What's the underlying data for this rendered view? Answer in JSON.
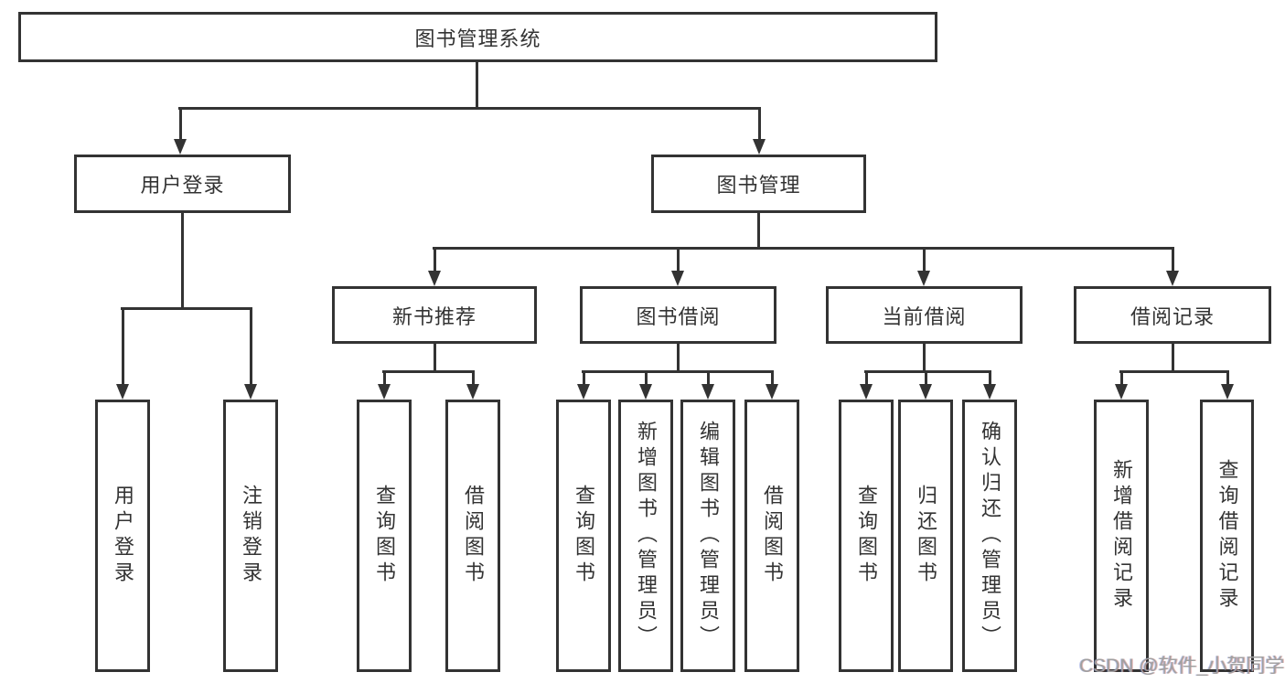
{
  "diagram": {
    "title": "图书管理系统",
    "watermark": "CSDN @软件_小贺同学",
    "colors": {
      "line": "#333333",
      "text": "#333333",
      "background": "#ffffff",
      "watermark": "#a0a0a0"
    },
    "nodes": [
      {
        "id": "root",
        "label": "图书管理系统",
        "level": 1,
        "parent": null
      },
      {
        "id": "user-login",
        "label": "用户登录",
        "level": 2,
        "parent": "root"
      },
      {
        "id": "book-mgmt",
        "label": "图书管理",
        "level": 2,
        "parent": "root"
      },
      {
        "id": "new-book-rec",
        "label": "新书推荐",
        "level": 3,
        "parent": "book-mgmt"
      },
      {
        "id": "book-borrow",
        "label": "图书借阅",
        "level": 3,
        "parent": "book-mgmt"
      },
      {
        "id": "current-borrow",
        "label": "当前借阅",
        "level": 3,
        "parent": "book-mgmt"
      },
      {
        "id": "borrow-record",
        "label": "借阅记录",
        "level": 3,
        "parent": "book-mgmt"
      },
      {
        "id": "leaf-user-login",
        "label": "用户登录",
        "level": 4,
        "parent": "user-login"
      },
      {
        "id": "leaf-logout",
        "label": "注销登录",
        "level": 4,
        "parent": "user-login"
      },
      {
        "id": "leaf-query-book-1",
        "label": "查询图书",
        "level": 4,
        "parent": "new-book-rec"
      },
      {
        "id": "leaf-borrow-book-1",
        "label": "借阅图书",
        "level": 4,
        "parent": "new-book-rec"
      },
      {
        "id": "leaf-query-book-2",
        "label": "查询图书",
        "level": 4,
        "parent": "book-borrow"
      },
      {
        "id": "leaf-add-book-admin",
        "label": "新增图书（管理员）",
        "level": 4,
        "parent": "book-borrow"
      },
      {
        "id": "leaf-edit-book-admin",
        "label": "编辑图书（管理员）",
        "level": 4,
        "parent": "book-borrow"
      },
      {
        "id": "leaf-borrow-book-2",
        "label": "借阅图书",
        "level": 4,
        "parent": "book-borrow"
      },
      {
        "id": "leaf-query-book-3",
        "label": "查询图书",
        "level": 4,
        "parent": "current-borrow"
      },
      {
        "id": "leaf-return-book",
        "label": "归还图书",
        "level": 4,
        "parent": "current-borrow"
      },
      {
        "id": "leaf-confirm-return-admin",
        "label": "确认归还（管理员）",
        "level": 4,
        "parent": "current-borrow"
      },
      {
        "id": "leaf-add-borrow-record",
        "label": "新增借阅记录",
        "level": 4,
        "parent": "borrow-record"
      },
      {
        "id": "leaf-query-borrow-record",
        "label": "查询借阅记录",
        "level": 4,
        "parent": "borrow-record"
      }
    ]
  }
}
